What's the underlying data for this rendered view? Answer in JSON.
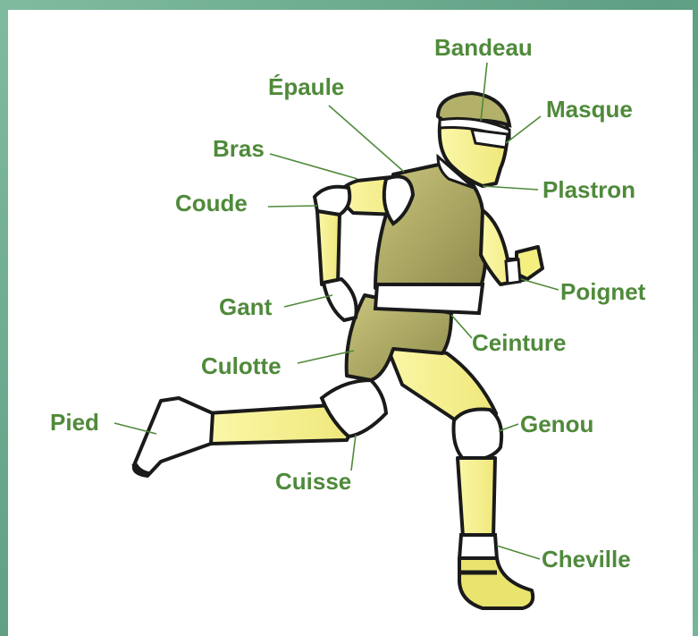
{
  "colors": {
    "label": "#4f8a3a",
    "skin": "#f6f28a",
    "olive": "#b3b06a",
    "outline": "#1a1a1a",
    "frame": "#6fae93"
  },
  "labels": {
    "bandeau": "Bandeau",
    "epaule": "Épaule",
    "masque": "Masque",
    "bras": "Bras",
    "plastron": "Plastron",
    "coude": "Coude",
    "poignet": "Poignet",
    "gant": "Gant",
    "ceinture": "Ceinture",
    "culotte": "Culotte",
    "pied": "Pied",
    "genou": "Genou",
    "cuisse": "Cuisse",
    "cheville": "Cheville"
  }
}
